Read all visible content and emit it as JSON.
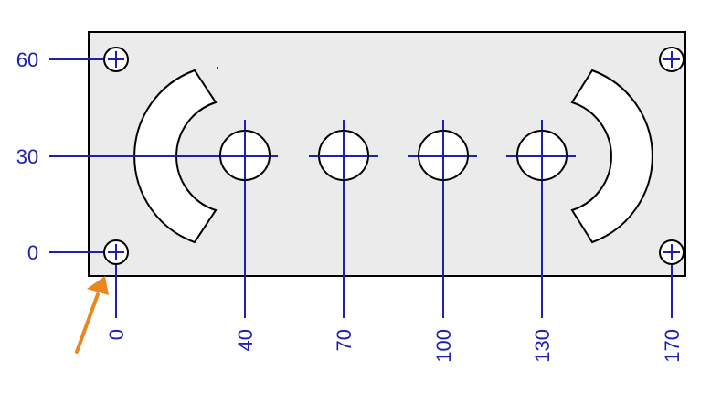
{
  "drawing": {
    "y_labels": [
      "60",
      "30",
      "0"
    ],
    "x_labels": [
      "0",
      "40",
      "70",
      "100",
      "130",
      "170"
    ]
  },
  "colors": {
    "dimension": "#1f1fb0",
    "plate_fill": "#ebebeb",
    "outline": "#000000",
    "arrow": "#e8861f",
    "cutout_fill": "#ffffff"
  },
  "icons": {
    "corner_holes": "circle-crosshair-icon",
    "center_holes": "circle-crosshair-icon",
    "origin_marker": "arrow-icon"
  }
}
